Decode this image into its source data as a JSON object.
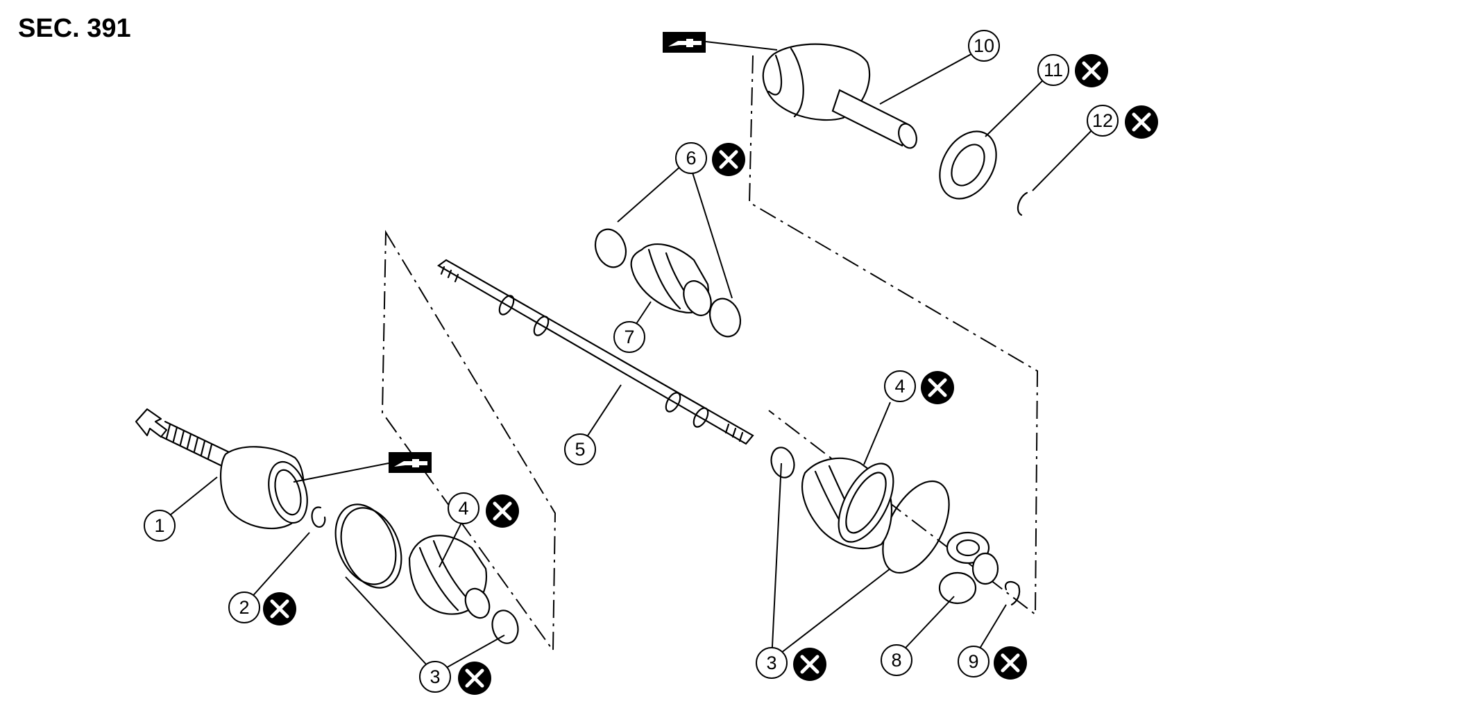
{
  "title": "SEC. 391",
  "callouts": [
    {
      "id": "c1",
      "number": "1"
    },
    {
      "id": "c2",
      "number": "2",
      "replace": true
    },
    {
      "id": "c3a",
      "number": "3",
      "replace": true
    },
    {
      "id": "c4a",
      "number": "4",
      "replace": true
    },
    {
      "id": "c5",
      "number": "5"
    },
    {
      "id": "c6",
      "number": "6",
      "replace": true
    },
    {
      "id": "c7",
      "number": "7"
    },
    {
      "id": "c4b",
      "number": "4",
      "replace": true
    },
    {
      "id": "c3b",
      "number": "3",
      "replace": true
    },
    {
      "id": "c8",
      "number": "8"
    },
    {
      "id": "c9",
      "number": "9",
      "replace": true
    },
    {
      "id": "c10",
      "number": "10"
    },
    {
      "id": "c11",
      "number": "11",
      "replace": true
    },
    {
      "id": "c12",
      "number": "12",
      "replace": true
    }
  ],
  "symbols": {
    "replace_icon": "always-replace-x-icon",
    "grease_icon": "grease-gun-icon",
    "direction_icon": "wheel-side-arrow-icon"
  }
}
